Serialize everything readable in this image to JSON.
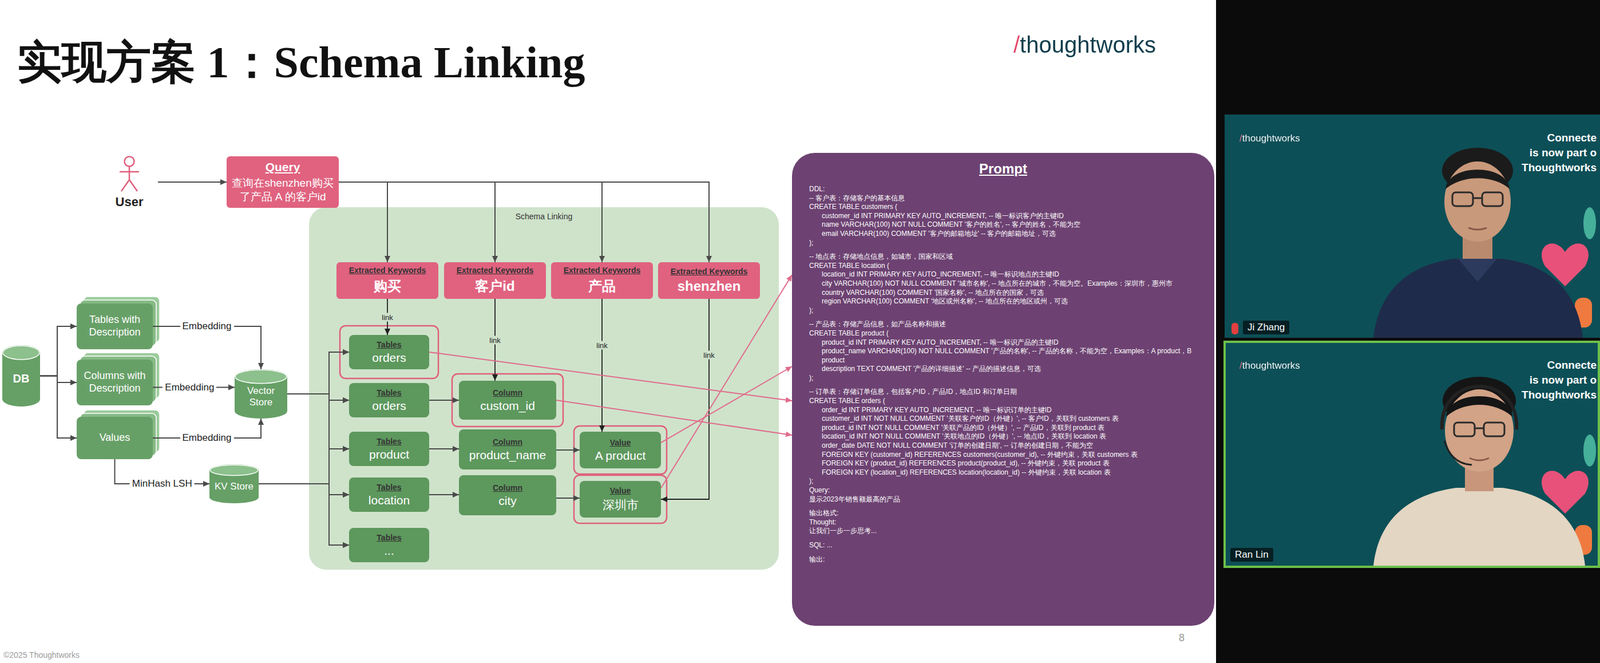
{
  "diagram": {
    "title": "实现方案 1：Schema Linking",
    "nodes": [
      {
        "text": [
          "User"
        ]
      },
      {
        "text": [
          "Query",
          "查询在shenzhen购买了产品 A 的客户id"
        ]
      },
      {
        "text": [
          "DB"
        ]
      },
      {
        "text": [
          "Tables with Description"
        ]
      },
      {
        "text": [
          "Columns with Description"
        ]
      },
      {
        "text": [
          "Values"
        ]
      },
      {
        "text": [
          "Vector Store"
        ]
      },
      {
        "text": [
          "KV Store"
        ]
      },
      {
        "text": [
          "Schema Linking"
        ]
      },
      {
        "text": [
          "Extracted Keywords",
          "购买"
        ],
        "in": 8
      },
      {
        "text": [
          "Extracted Keywords",
          "客户id"
        ],
        "in": 8
      },
      {
        "text": [
          "Extracted Keywords",
          "产品"
        ],
        "in": 8
      },
      {
        "text": [
          "Extracted Keywords",
          "shenzhen"
        ],
        "in": 8
      },
      {
        "text": [
          "Tables",
          "orders"
        ],
        "in": 8
      },
      {
        "text": [
          "Tables",
          "orders"
        ],
        "in": 8
      },
      {
        "text": [
          "Tables",
          "product"
        ],
        "in": 8
      },
      {
        "text": [
          "Tables",
          "location"
        ],
        "in": 8
      },
      {
        "text": [
          "Tables",
          "..."
        ],
        "in": 8
      },
      {
        "text": [
          "Column",
          "custom_id"
        ],
        "in": 8
      },
      {
        "text": [
          "Column",
          "product_name"
        ],
        "in": 8
      },
      {
        "text": [
          "Column",
          "city"
        ],
        "in": 8
      },
      {
        "text": [
          "Value",
          "A product"
        ],
        "in": 8
      },
      {
        "text": [
          "Value",
          "深圳市"
        ],
        "in": 8
      },
      {
        "text": [
          "Prompt",
          "DDL:",
          "-- 客户表：存储客户的基本信息",
          "CREATE TABLE customers (",
          "customer_id INT PRIMARY KEY AUTO_INCREMENT, -- 唯一标识客户的主键ID",
          "name VARCHAR(100) NOT NULL COMMENT '客户的姓名', -- 客户的姓名，不能为空",
          "email VARCHAR(100) COMMENT '客户的邮箱地址' -- 客户的邮箱地址，可选",
          ");",
          "-- 地点表：存储地点信息，如城市，国家和区域",
          "CREATE TABLE location (",
          "location_id INT PRIMARY KEY AUTO_INCREMENT, -- 唯一标识地点的主键ID",
          "city VARCHAR(100) NOT NULL COMMENT '城市名称', -- 地点所在的城市，不能为空。Examples：深圳市，惠州市",
          "country VARCHAR(100) COMMENT '国家名称', -- 地点所在的国家，可选",
          "region VARCHAR(100) COMMENT '地区或州名称', -- 地点所在的地区或州，可选",
          ");",
          "-- 产品表：存储产品信息，如产品名称和描述",
          "CREATE TABLE product (",
          "product_id INT PRIMARY KEY AUTO_INCREMENT, -- 唯一标识产品的主键ID",
          "product_name VARCHAR(100) NOT NULL COMMENT '产品的名称', -- 产品的名称，不能为空，Examples：A product，B product",
          "description TEXT COMMENT '产品的详细描述' -- 产品的描述信息，可选",
          ");",
          "-- 订单表：存储订单信息，包括客户ID，产品ID，地点ID 和订单日期",
          "CREATE TABLE orders (",
          "order_id INT PRIMARY KEY AUTO_INCREMENT, -- 唯一标识订单的主键ID",
          "customer_id INT NOT NULL COMMENT '关联客户的ID（外键）', -- 客户ID，关联到 customers 表",
          "product_id INT NOT NULL COMMENT '关联产品的ID（外键）', -- 产品ID，关联到 product 表",
          "location_id INT NOT NULL COMMENT '关联地点的ID（外键）', -- 地点ID，关联到 location 表",
          "order_date DATE NOT NULL COMMENT '订单的创建日期', -- 订单的创建日期，不能为空",
          "FOREIGN KEY (customer_id) REFERENCES customers(customer_id), -- 外键约束，关联 customers 表",
          "FOREIGN KEY (product_id) REFERENCES product(product_id), -- 外键约束，关联 product 表",
          "FOREIGN KEY (location_id) REFERENCES location(location_id) -- 外键约束，关联 location 表",
          ");",
          "Query:",
          "显示2023年销售额最高的产品",
          "输出格式:",
          "Thought:",
          "让我们一步一步思考...",
          "SQL: ...",
          "输出:"
        ]
      }
    ],
    "edges": [
      {
        "from": 0,
        "to": 1,
        "arrow": "to"
      },
      {
        "from": 1,
        "to": 9,
        "arrow": "to"
      },
      {
        "from": 1,
        "to": 10,
        "arrow": "to"
      },
      {
        "from": 1,
        "to": 11,
        "arrow": "to"
      },
      {
        "from": 1,
        "to": 12,
        "arrow": "to"
      },
      {
        "from": 2,
        "to": 3,
        "arrow": "to"
      },
      {
        "from": 2,
        "to": 4,
        "arrow": "to"
      },
      {
        "from": 2,
        "to": 5,
        "arrow": "to"
      },
      {
        "from": 3,
        "to": 6,
        "label": "Embedding",
        "arrow": "to"
      },
      {
        "from": 4,
        "to": 6,
        "label": "Embedding",
        "arrow": "to"
      },
      {
        "from": 5,
        "to": 6,
        "label": "Embedding",
        "arrow": "to"
      },
      {
        "from": 5,
        "to": 7,
        "label": "MinHash LSH",
        "arrow": "to"
      },
      {
        "from": 6,
        "to": 13,
        "arrow": "to"
      },
      {
        "from": 6,
        "to": 14,
        "arrow": "to"
      },
      {
        "from": 6,
        "to": 15,
        "arrow": "to"
      },
      {
        "from": 6,
        "to": 16,
        "arrow": "to"
      },
      {
        "from": 6,
        "to": 17,
        "arrow": "to"
      },
      {
        "from": 7,
        "to": 13,
        "arrow": "to"
      },
      {
        "from": 7,
        "to": 14,
        "arrow": "to"
      },
      {
        "from": 7,
        "to": 15,
        "arrow": "to"
      },
      {
        "from": 7,
        "to": 16,
        "arrow": "to"
      },
      {
        "from": 7,
        "to": 17,
        "arrow": "to"
      },
      {
        "from": 9,
        "to": 13,
        "label": "link",
        "arrow": "to"
      },
      {
        "from": 10,
        "to": 18,
        "label": "link",
        "arrow": "to"
      },
      {
        "from": 11,
        "to": 21,
        "label": "link",
        "arrow": "to"
      },
      {
        "from": 12,
        "to": 22,
        "label": "link",
        "arrow": "to"
      },
      {
        "from": 14,
        "to": 18,
        "arrow": "to"
      },
      {
        "from": 15,
        "to": 19,
        "arrow": "to"
      },
      {
        "from": 16,
        "to": 20,
        "arrow": "to"
      },
      {
        "from": 19,
        "to": 21,
        "arrow": "to"
      },
      {
        "from": 20,
        "to": 22,
        "arrow": "to"
      },
      {
        "from": 13,
        "to": 23,
        "arrow": "to"
      },
      {
        "from": 18,
        "to": 23,
        "arrow": "to"
      },
      {
        "from": 21,
        "to": 23,
        "arrow": "to"
      },
      {
        "from": 22,
        "to": 23,
        "arrow": "to"
      }
    ],
    "labels": [
      "/thoughtworks",
      "8",
      "©2025 Thoughtworks",
      "/thoughtworks",
      "Connecte",
      "is now part o",
      "Thoughtworks",
      "Ji Zhang",
      "/thoughtworks",
      "Connecte",
      "is now part o",
      "Thoughtworks",
      "Ran Lin"
    ]
  }
}
